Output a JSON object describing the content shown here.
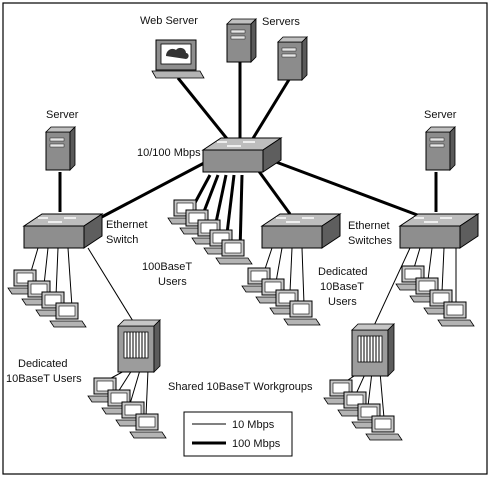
{
  "labels": {
    "web_server": "Web Server",
    "servers": "Servers",
    "server_left": "Server",
    "server_right": "Server",
    "core_speed": "10/100 Mbps",
    "ethernet_switch_1": "Ethernet",
    "ethernet_switch_2": "Switch",
    "ethernet_switches_1": "Ethernet",
    "ethernet_switches_2": "Switches",
    "users_100_1": "100BaseT",
    "users_100_2": "Users",
    "dedicated_mid_1": "Dedicated",
    "dedicated_mid_2": "10BaseT",
    "dedicated_mid_3": "Users",
    "dedicated_left_1": "Dedicated",
    "dedicated_left_2": "10BaseT Users",
    "shared_workgroups": "Shared 10BaseT Workgroups"
  },
  "legend": {
    "thin": "10 Mbps",
    "thick": "100 Mbps"
  },
  "colors": {
    "device_fill": "#9a9a9a",
    "device_dark": "#555555",
    "line": "#000000"
  }
}
